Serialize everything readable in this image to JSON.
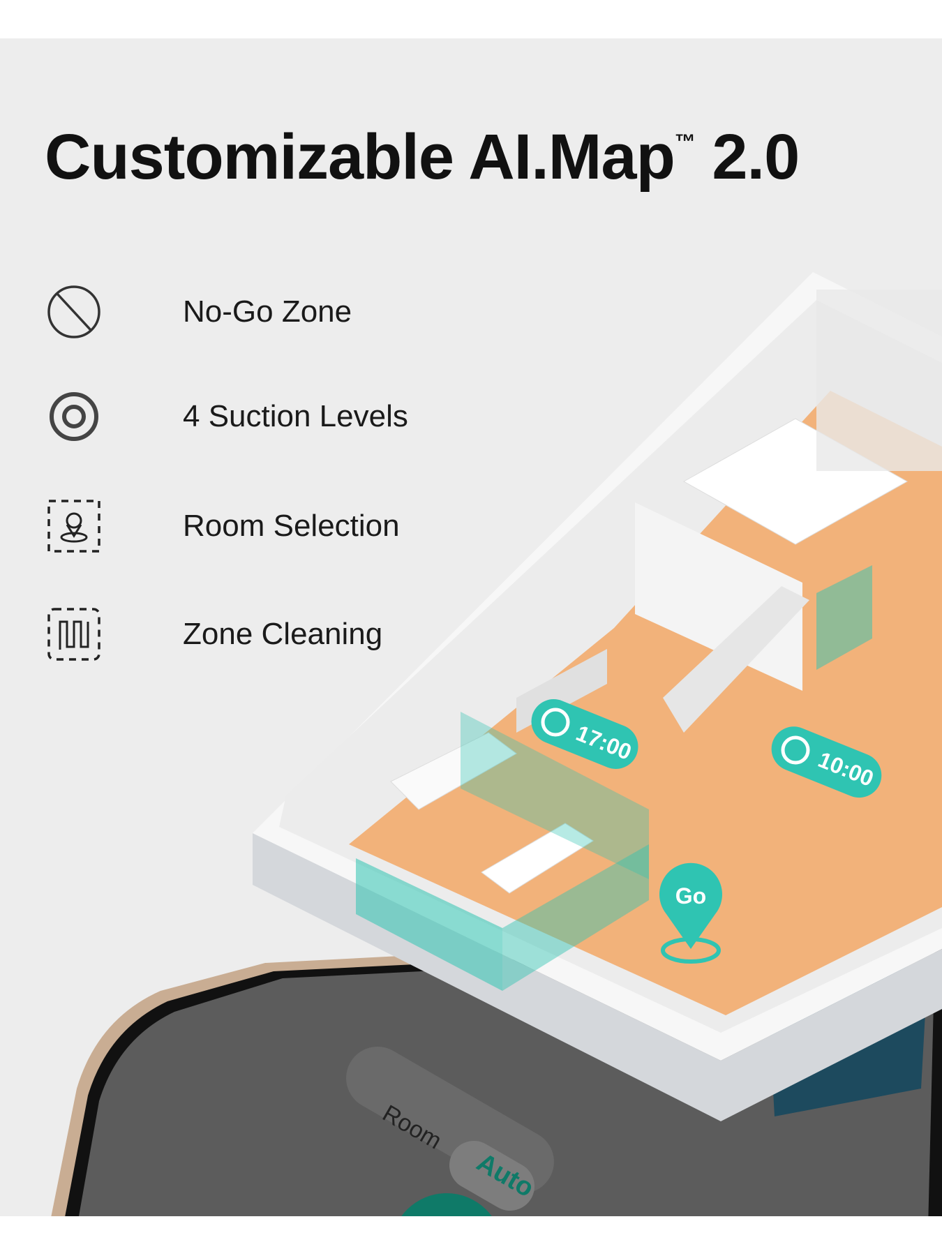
{
  "title": {
    "main": "Customizable AI.Map",
    "trademark": "™",
    "version": "2.0"
  },
  "features": [
    {
      "icon": "no-go-icon",
      "label": "No-Go Zone"
    },
    {
      "icon": "suction-icon",
      "label": "4 Suction Levels"
    },
    {
      "icon": "room-selection-icon",
      "label": "Room Selection"
    },
    {
      "icon": "zone-cleaning-icon",
      "label": "Zone Cleaning"
    }
  ],
  "map": {
    "schedule_badges": [
      {
        "time": "17:00"
      },
      {
        "time": "10:00"
      }
    ],
    "go_pin": "Go"
  },
  "app": {
    "mode_tabs": [
      "Room",
      "Auto"
    ],
    "active_tab": "Auto"
  },
  "colors": {
    "accent": "#2fc4b2",
    "floor": "#f2b27a",
    "active_tab": "#0f7a68"
  }
}
